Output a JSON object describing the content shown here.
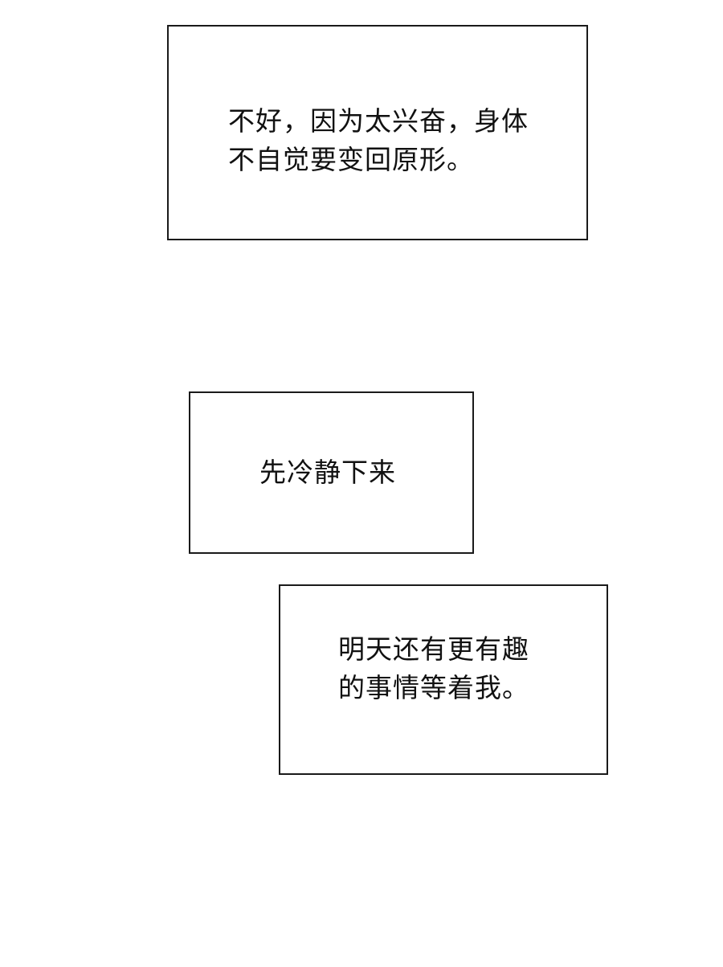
{
  "captions": [
    {
      "lines": [
        "不好，因为太兴奋，身体",
        "不自觉要变回原形。"
      ]
    },
    {
      "lines": [
        "先冷静下来"
      ]
    },
    {
      "lines": [
        "明天还有更有趣",
        "的事情等着我。"
      ]
    }
  ],
  "colors": {
    "background": "#ffffff",
    "border": "#1a1a1a",
    "text": "#111111"
  }
}
